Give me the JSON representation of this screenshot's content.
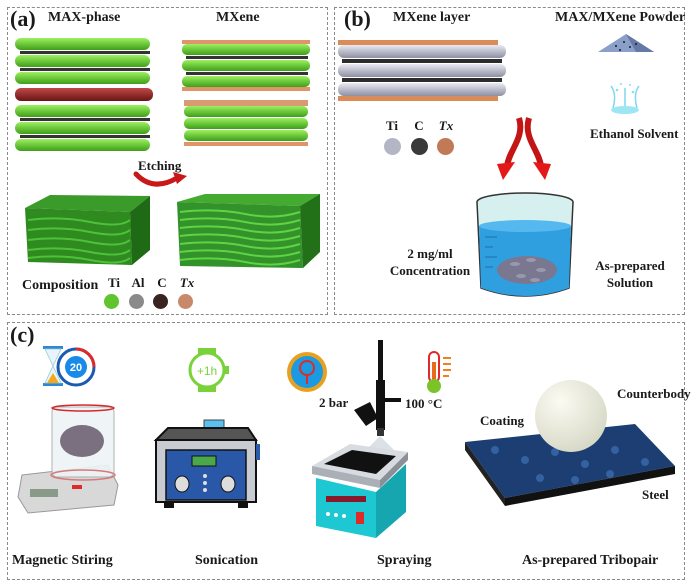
{
  "panel_a": {
    "label": "(a)",
    "title_left": "MAX-phase",
    "title_right": "MXene",
    "arrow_label": "Etching",
    "composition_label": "Composition",
    "legend": [
      {
        "symbol": "Ti",
        "color": "#5fc42e"
      },
      {
        "symbol": "Al",
        "color": "#8a8a8a"
      },
      {
        "symbol": "C",
        "color": "#3a2420"
      },
      {
        "symbol": "Tx",
        "color": "#c8896a"
      }
    ]
  },
  "panel_b": {
    "label": "(b)",
    "title_left": "MXene layer",
    "title_right": "MAX/MXene Powder",
    "solvent_label": "Ethanol Solvent",
    "concentration_line1": "2 mg/ml",
    "concentration_line2": "Concentration",
    "solution_line1": "As-prepared",
    "solution_line2": "Solution",
    "legend": [
      {
        "symbol": "Ti",
        "color": "#b4b6c6"
      },
      {
        "symbol": "C",
        "color": "#3a3a3a"
      },
      {
        "symbol": "Tx",
        "color": "#c07a55"
      }
    ]
  },
  "panel_c": {
    "label": "(c)",
    "timer_value": "20",
    "watch_value": "+1h",
    "pressure_label": "2 bar",
    "temperature_label": "100 °C",
    "counterbody_label": "Counterbody",
    "coating_label": "Coating",
    "steel_label": "Steel",
    "steps": [
      "Magnetic Stiring",
      "Sonication",
      "Spraying",
      "As-prepared Tribopair"
    ]
  }
}
